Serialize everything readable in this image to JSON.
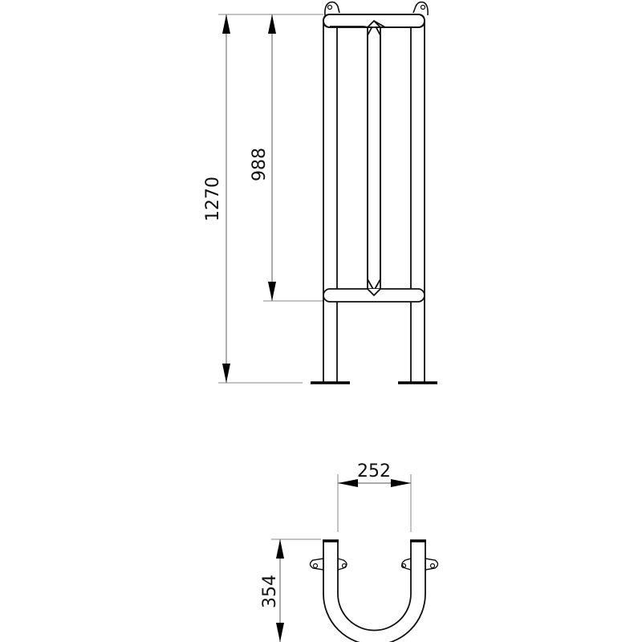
{
  "drawing": {
    "front_view": {
      "dimensions": {
        "total_height": "1270",
        "inner_height": "988"
      }
    },
    "top_view": {
      "dimensions": {
        "width": "252",
        "depth": "354"
      }
    },
    "colors": {
      "line": "#111111",
      "dim_line": "#777777",
      "background": "#ffffff"
    }
  }
}
